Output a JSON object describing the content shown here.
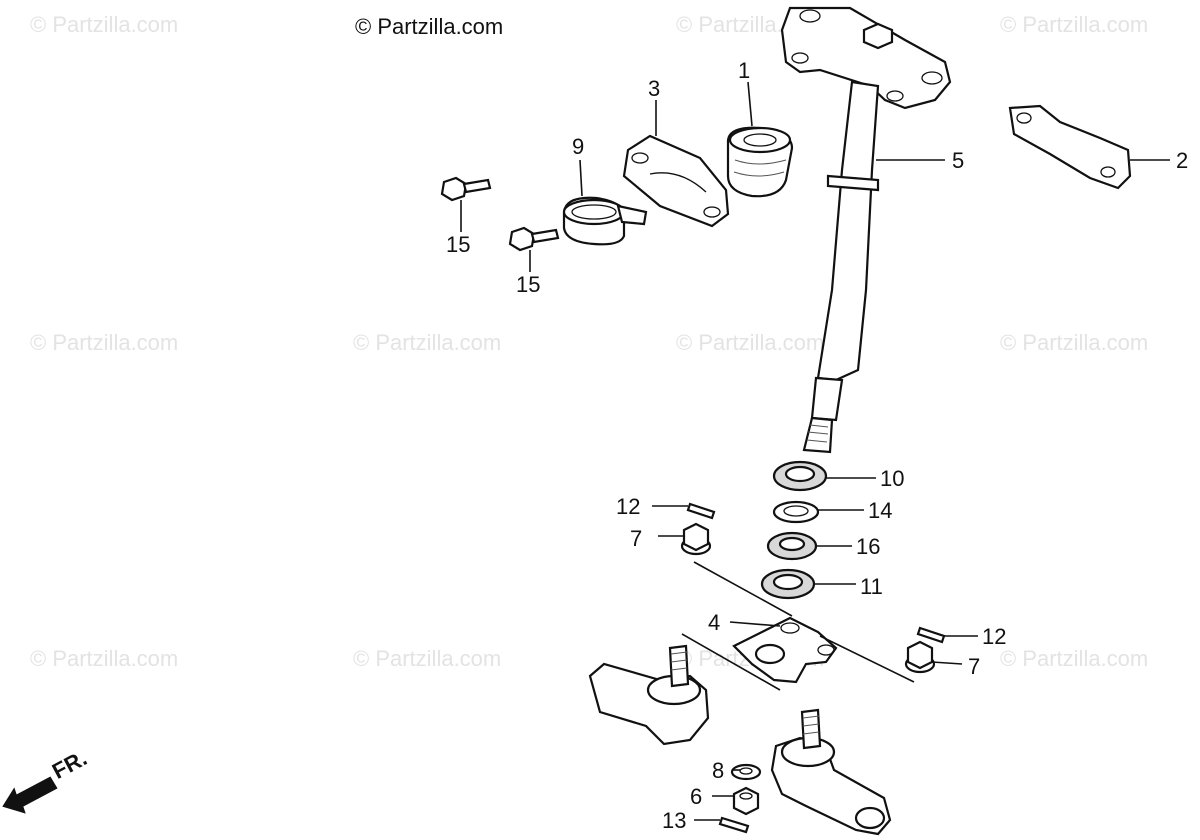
{
  "watermarks": {
    "primary": "© Partzilla.com",
    "faint": "© Partzilla.com"
  },
  "direction_label": "FR.",
  "callouts": {
    "c1": "1",
    "c2": "2",
    "c3": "3",
    "c4": "4",
    "c5": "5",
    "c6": "6",
    "c7a": "7",
    "c7b": "7",
    "c8": "8",
    "c9": "9",
    "c10": "10",
    "c11": "11",
    "c12a": "12",
    "c12b": "12",
    "c13": "13",
    "c14": "14",
    "c15a": "15",
    "c15b": "15",
    "c16": "16"
  },
  "colors": {
    "ink": "#111111",
    "watermark": "#e3e3e3",
    "background": "#ffffff"
  }
}
